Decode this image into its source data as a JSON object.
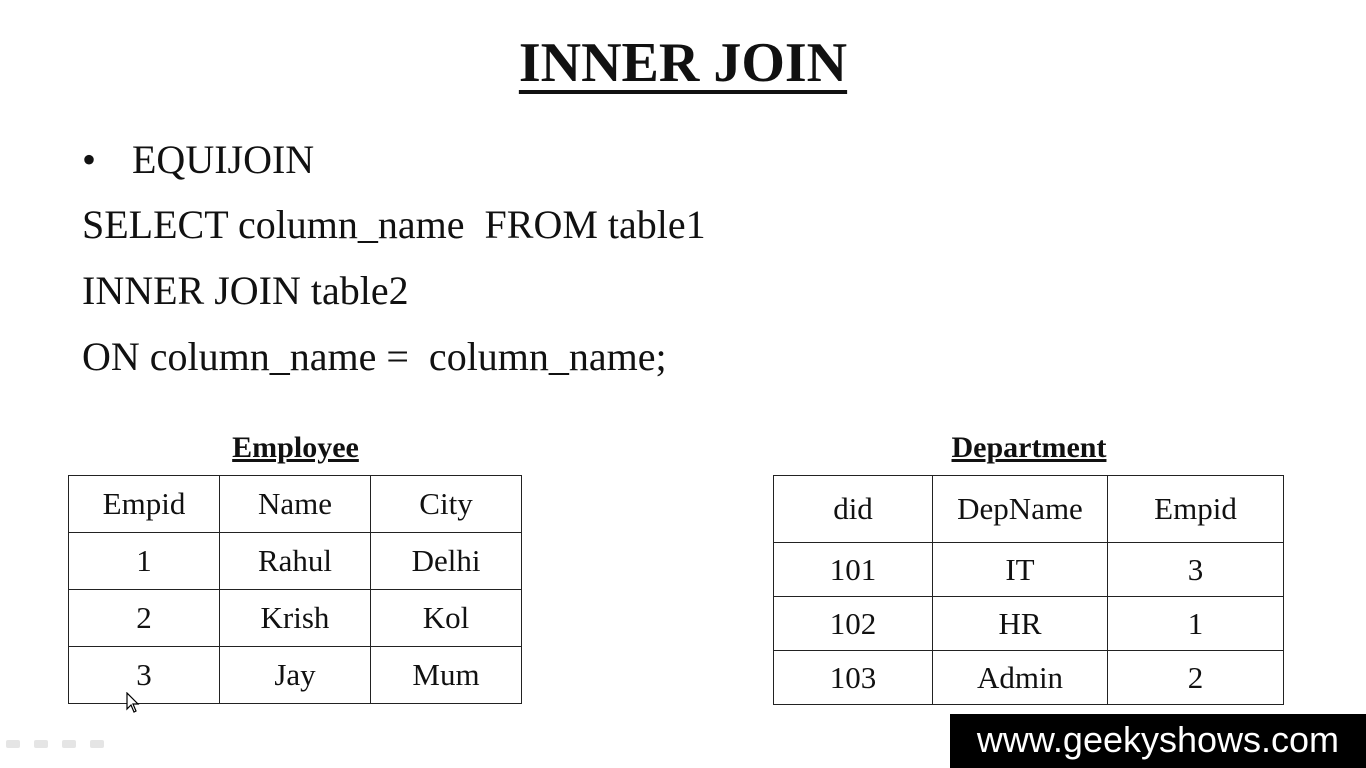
{
  "slide": {
    "title": "INNER JOIN",
    "bullet": "EQUIJOIN",
    "bullet_symbol": "•",
    "sql_lines": [
      "SELECT column_name  FROM table1",
      "INNER JOIN table2",
      "ON column_name =  column_name;"
    ]
  },
  "employee_table": {
    "caption": "Employee",
    "headers": [
      "Empid",
      "Name",
      "City"
    ],
    "rows": [
      [
        "1",
        "Rahul",
        "Delhi"
      ],
      [
        "2",
        "Krish",
        "Kol"
      ],
      [
        "3",
        "Jay",
        "Mum"
      ]
    ]
  },
  "department_table": {
    "caption": "Department",
    "headers": [
      "did",
      "DepName",
      "Empid"
    ],
    "rows": [
      [
        "101",
        "IT",
        "3"
      ],
      [
        "102",
        "HR",
        "1"
      ],
      [
        "103",
        "Admin",
        "2"
      ]
    ]
  },
  "watermark": "www.geekyshows.com",
  "icons": {
    "cursor": "mouse-pointer-icon",
    "nav": [
      "prev-slide-icon",
      "pen-icon",
      "menu-icon",
      "next-slide-icon"
    ]
  }
}
